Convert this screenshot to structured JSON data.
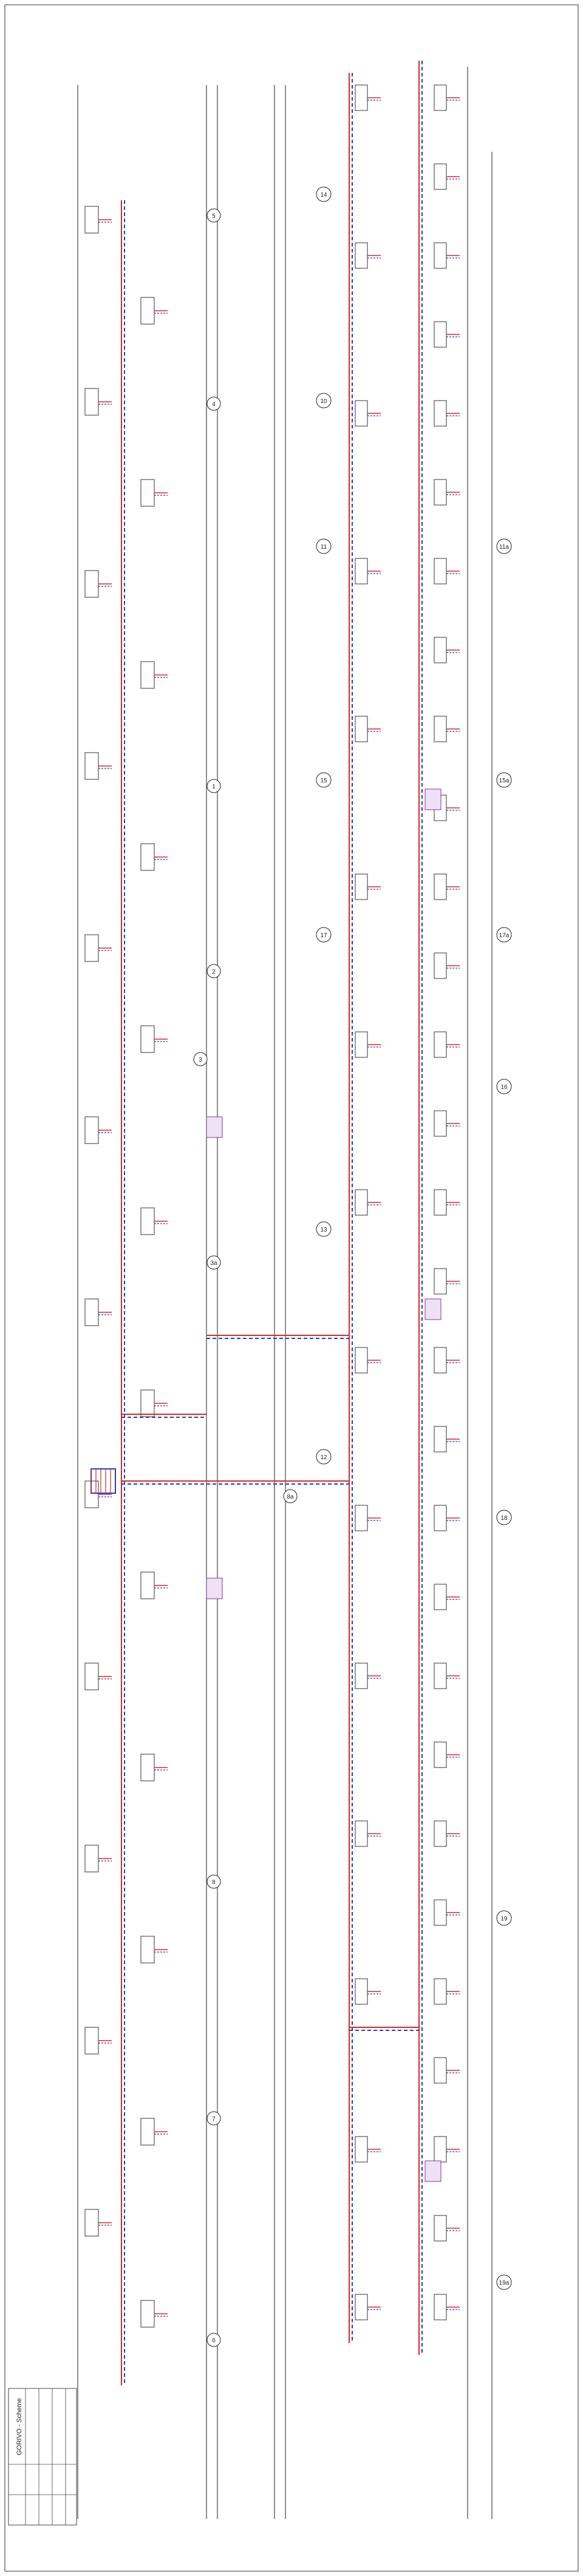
{
  "title_block": {
    "project": "GORIVO - Scheme",
    "rows": [
      "",
      "",
      "",
      "",
      "",
      ""
    ]
  },
  "sections_top": [
    "1",
    "2",
    "3",
    "3a",
    "4",
    "5",
    "6",
    "7",
    "8",
    "8a"
  ],
  "sections_bottom": [
    "10",
    "11",
    "11a",
    "12",
    "13",
    "14",
    "15",
    "15a",
    "16",
    "17",
    "17a",
    "18",
    "19",
    "19a"
  ],
  "colors": {
    "supply": "#d62728",
    "return": "#1f3fbf",
    "line": "#333333",
    "frame": "#555555"
  },
  "legend": {
    "supply_label": "",
    "return_label": ""
  }
}
